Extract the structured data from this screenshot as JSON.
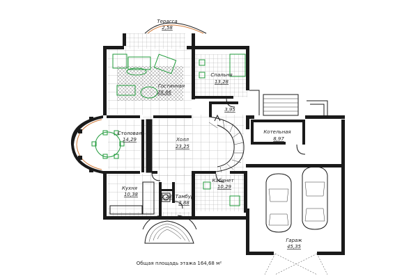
{
  "rooms": {
    "terrace": {
      "name": "Терасса",
      "area": "2,58"
    },
    "living": {
      "name": "Гостинная",
      "area": "28,86"
    },
    "bedroom": {
      "name": "Спальня",
      "area": "13,28"
    },
    "small": {
      "area": "3,95"
    },
    "dining": {
      "name": "Столовая",
      "area": "14,29"
    },
    "hall": {
      "name": "Холл",
      "area": "23,25"
    },
    "boiler": {
      "name": "Котельная",
      "area": "8,97"
    },
    "office": {
      "name": "Кабинет",
      "area": "10,29"
    },
    "kitchen": {
      "name": "Кухня",
      "area": "10,38"
    },
    "wc": {
      "area": "1,28"
    },
    "vestibule": {
      "name": "Тамбур",
      "area": "2,88"
    },
    "garage": {
      "name": "Гараж",
      "area": "45,35"
    }
  },
  "caption": "Общая площадь этажа  164,68 м²",
  "colors": {
    "walls": "#1a1a1a",
    "furniture": "#1f9a3a",
    "windows": "#d07a3a"
  }
}
